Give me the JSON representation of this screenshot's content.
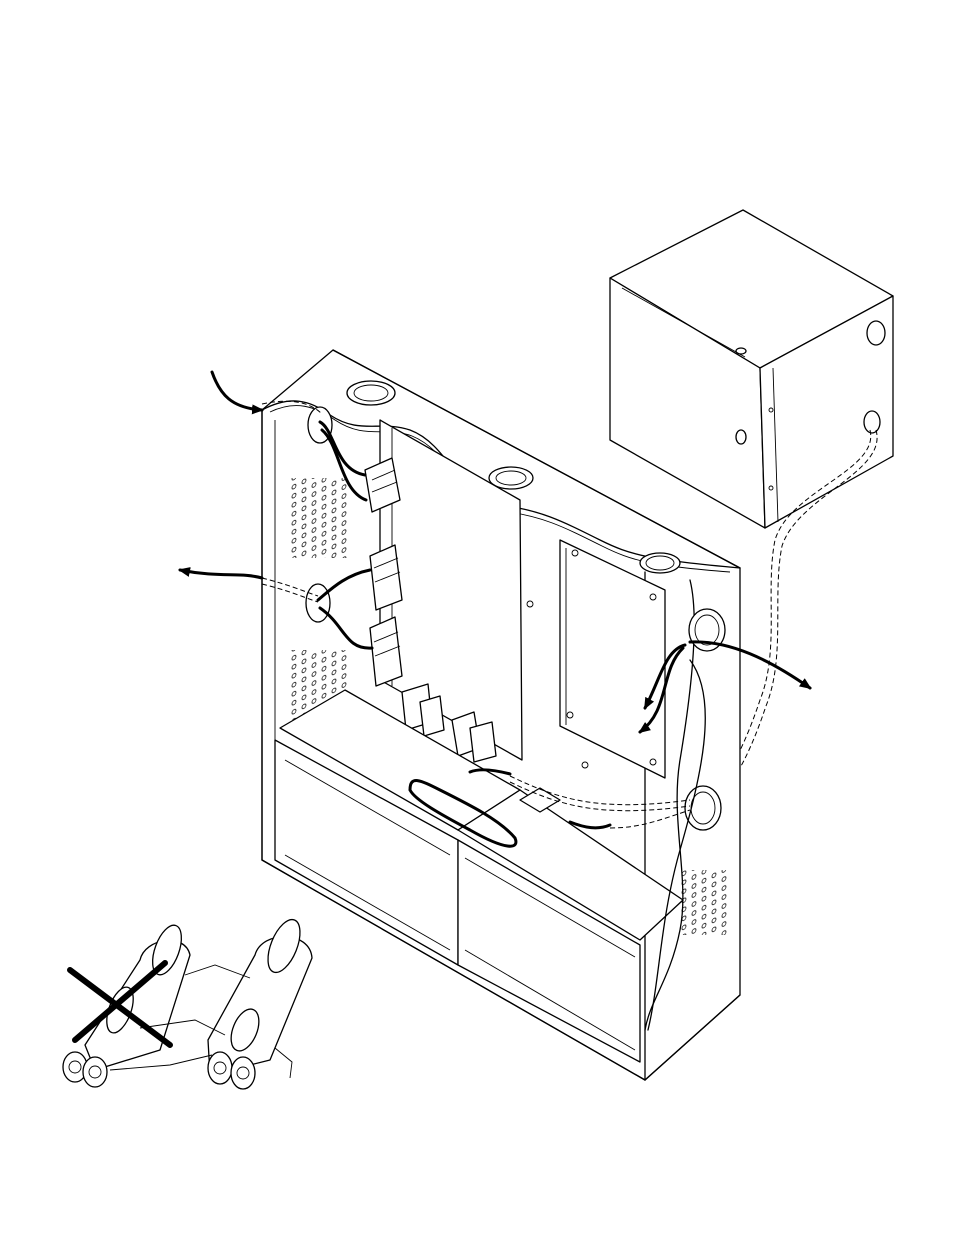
{
  "diagram": {
    "components": [
      {
        "id": "main-enclosure",
        "icon": "enclosure-cabinet"
      },
      {
        "id": "auxiliary-box",
        "icon": "junction-box"
      },
      {
        "id": "battery-left",
        "icon": "battery"
      },
      {
        "id": "battery-right",
        "icon": "battery"
      },
      {
        "id": "circuit-board",
        "icon": "pcb"
      },
      {
        "id": "terminal-blocks",
        "icon": "terminal-block"
      },
      {
        "id": "cable-incorrect",
        "icon": "cable-crossed-out"
      },
      {
        "id": "cable-correct",
        "icon": "cable"
      }
    ],
    "cable_examples": {
      "incorrect_marked": true,
      "correct_marked": false
    },
    "colors": {
      "line": "#000000",
      "background": "#ffffff"
    }
  }
}
